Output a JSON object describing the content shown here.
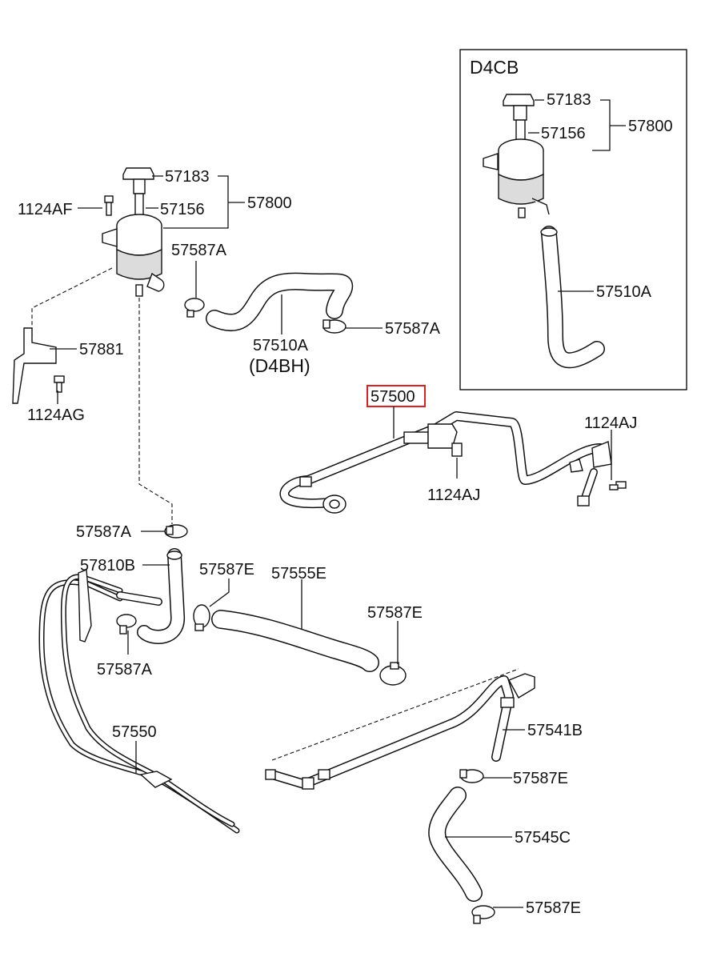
{
  "inset": {
    "engine_label": "D4CB",
    "callouts": {
      "cap": "57183",
      "filter": "57156",
      "assembly": "57800",
      "hose": "57510A"
    }
  },
  "main": {
    "callouts": {
      "cap": "57183",
      "bolt_top": "1124AF",
      "filter": "57156",
      "assembly": "57800",
      "clamp_a_left": "57587A",
      "clamp_a_right": "57587A",
      "hose_a": "57510A",
      "hose_a_variant": "(D4BH)",
      "bracket": "57881",
      "bolt_bracket": "1124AG",
      "line_highlighted": "57500",
      "bolt_line_right": "1124AJ",
      "bolt_line_mid": "1124AJ",
      "clamp_a_mid": "57587A",
      "hose_b": "57810B",
      "clamp_e_1": "57587E",
      "hose_c": "57555E",
      "clamp_e_2": "57587E",
      "clamp_a_low": "57587A",
      "cooler_line": "57550",
      "tube_d": "57541B",
      "clamp_e_3": "57587E",
      "hose_e": "57545C",
      "clamp_e_4": "57587E"
    }
  },
  "colors": {
    "highlight_box": "#e02020",
    "ink": "#111111"
  }
}
